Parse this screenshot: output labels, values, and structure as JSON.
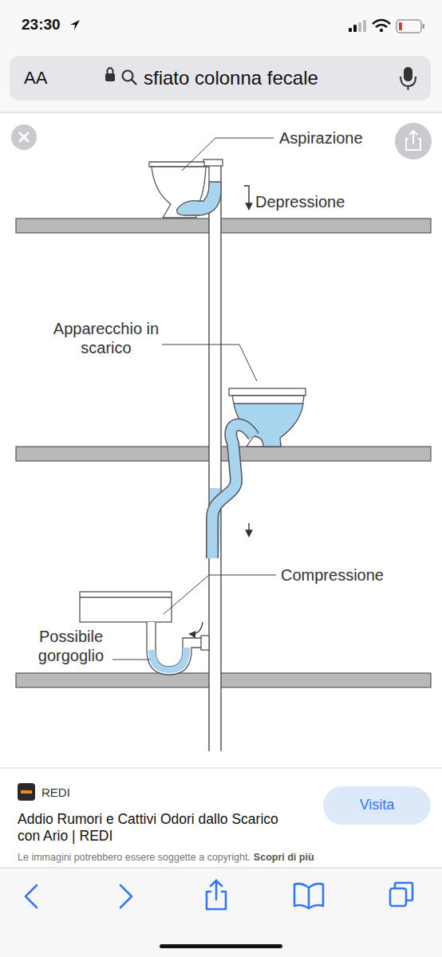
{
  "diagram": {
    "nodes": [
      {
        "text": [
          "AA",
          "sfiato colonna fecale"
        ]
      },
      {
        "text": [
          "Visita"
        ]
      }
    ],
    "labels": [
      "23:30",
      "Aspirazione",
      "Depressione",
      "Apparecchio in scarico",
      "Compressione",
      "Possibile gorgoglio",
      "REDI",
      "Addio Rumori e Cattivi Odori dallo Scarico con Ario | REDI",
      "Le immagini potrebbero essere soggette a copyright.",
      "Scopri di più"
    ]
  }
}
